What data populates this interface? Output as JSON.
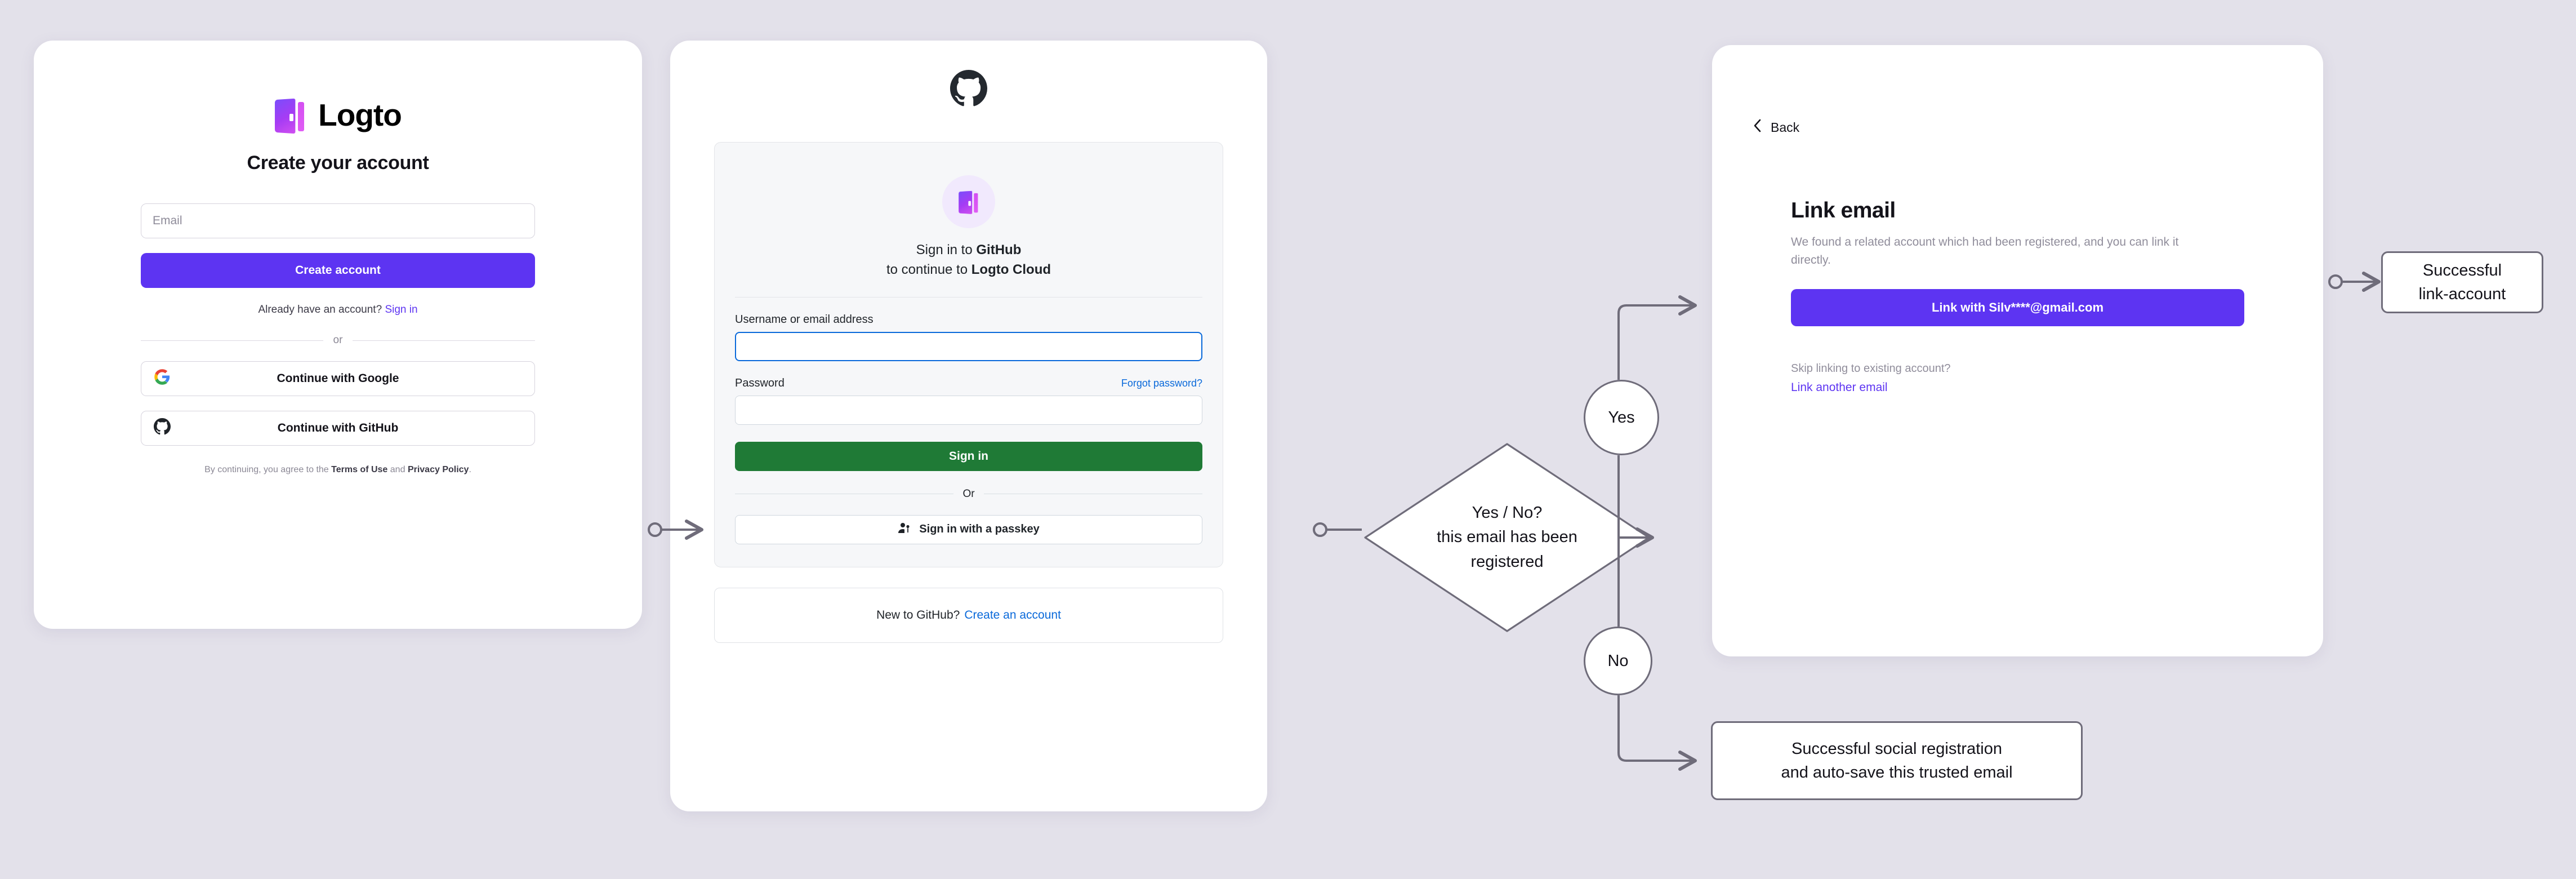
{
  "signup_card": {
    "brand_name": "Logto",
    "brand_icon": "logto-door-icon",
    "title": "Create your account",
    "email_placeholder": "Email",
    "create_account_label": "Create account",
    "have_account_text": "Already have an account?",
    "sign_in_link": "Sign in",
    "divider_label": "or",
    "google_label": "Continue with Google",
    "github_label": "Continue with GitHub",
    "legal_prefix": "By continuing, you agree to the",
    "legal_terms": "Terms of Use",
    "legal_and": "and",
    "legal_privacy": "Privacy Policy",
    "legal_period": ".",
    "accent_color": "#5d34f2"
  },
  "github_card": {
    "logo_icon": "github-mark-icon",
    "app_icon": "logto-door-icon",
    "headline_prefix": "Sign in to",
    "headline_provider": "GitHub",
    "subline_prefix": "to continue to",
    "subline_app": "Logto Cloud",
    "username_label": "Username or email address",
    "username_value": "",
    "password_label": "Password",
    "password_value": "",
    "forgot_password_link": "Forgot password?",
    "sign_in_label": "Sign in",
    "or_label": "Or",
    "passkey_icon": "passkey-person-icon",
    "passkey_label": "Sign in with a passkey",
    "footer_text": "New to GitHub?",
    "footer_link": "Create an account",
    "link_color": "#0969da",
    "button_color": "#1f7a36"
  },
  "link_email_card": {
    "back_icon": "chevron-left-icon",
    "back_label": "Back",
    "title": "Link email",
    "description": "We found a related account which had been registered, and you can link it directly.",
    "link_button_label": "Link with Silv****@gmail.com",
    "skip_text": "Skip linking to existing account?",
    "another_email_link": "Link another email",
    "accent_color": "#5d34f2"
  },
  "flow": {
    "decision_line1": "Yes / No?",
    "decision_line2": "this email has been",
    "decision_line3": "registered",
    "yes_label": "Yes",
    "no_label": "No",
    "result_link_line1": "Successful",
    "result_link_line2": "link-account",
    "result_social_line1": "Successful social registration",
    "result_social_line2": "and auto-save this trusted email",
    "stroke_color": "#6f6c7a"
  },
  "canvas": {
    "background_color": "#e3e1ea"
  }
}
